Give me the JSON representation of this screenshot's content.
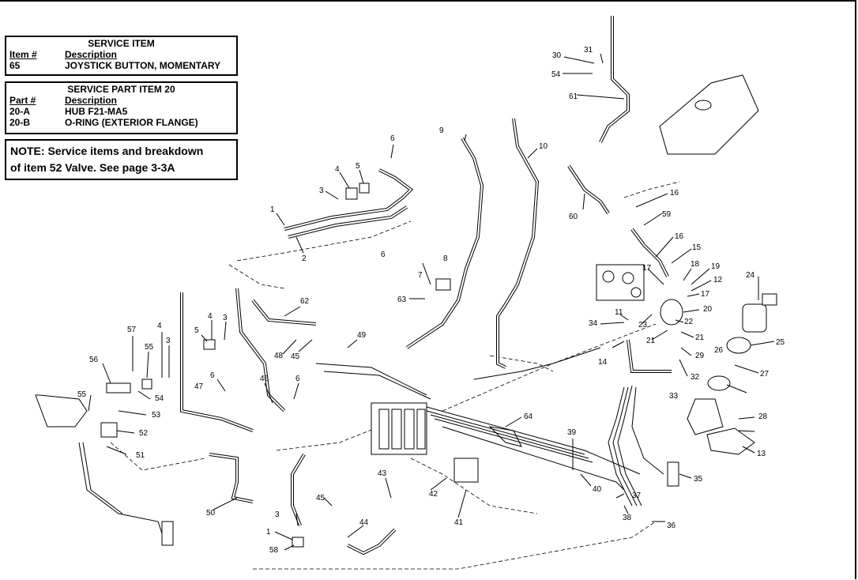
{
  "service_item": {
    "title": "SERVICE ITEM",
    "col_item": "Item #",
    "col_desc": "Description",
    "rows": [
      {
        "item": "65",
        "description": "JOYSTICK BUTTON, MOMENTARY"
      }
    ]
  },
  "service_part": {
    "title": "SERVICE PART ITEM 20",
    "col_part": "Part #",
    "col_desc": "Description",
    "rows": [
      {
        "part": "20-A",
        "description": "HUB F21-MA5"
      },
      {
        "part": "20-B",
        "description": "O-RING (EXTERIOR FLANGE)"
      }
    ]
  },
  "note": {
    "line1": "NOTE: Service items and breakdown",
    "line2": "of item 52 Valve. See page 3-3A"
  },
  "callouts": [
    "1",
    "2",
    "3",
    "4",
    "5",
    "6",
    "7",
    "8",
    "9",
    "10",
    "11",
    "12",
    "13",
    "14",
    "15",
    "16",
    "17",
    "18",
    "19",
    "20",
    "21",
    "22",
    "23",
    "24",
    "25",
    "26",
    "27",
    "28",
    "29",
    "30",
    "31",
    "32",
    "33",
    "34",
    "35",
    "36",
    "37",
    "38",
    "39",
    "40",
    "41",
    "42",
    "43",
    "44",
    "45",
    "46",
    "47",
    "48",
    "49",
    "50",
    "51",
    "52",
    "53",
    "54",
    "55",
    "56",
    "57",
    "58",
    "59",
    "60",
    "61",
    "62",
    "63",
    "64"
  ]
}
